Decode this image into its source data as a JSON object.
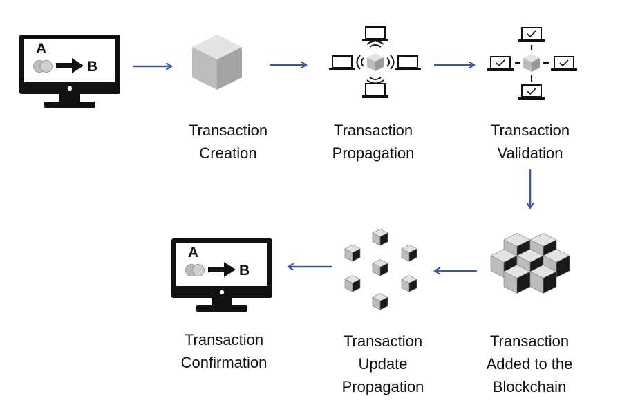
{
  "colors": {
    "arrow": "#3a5a9a",
    "monitor": "#111111",
    "cube_light": "#e3e3e3",
    "cube_mid": "#bcbcbc",
    "cube_dark": "#1a1a1a"
  },
  "source_monitor": {
    "sender": "A",
    "receiver": "B"
  },
  "target_monitor": {
    "sender": "A",
    "receiver": "B"
  },
  "steps": [
    {
      "id": "creation",
      "lines": [
        "Transaction",
        "Creation"
      ]
    },
    {
      "id": "propagation",
      "lines": [
        "Transaction",
        "Propagation"
      ]
    },
    {
      "id": "validation",
      "lines": [
        "Transaction",
        "Validation"
      ]
    },
    {
      "id": "added",
      "lines": [
        "Transaction",
        "Added to the",
        "Blockchain"
      ]
    },
    {
      "id": "update",
      "lines": [
        "Transaction",
        "Update",
        "Propagation"
      ]
    },
    {
      "id": "confirmation",
      "lines": [
        "Transaction",
        "Confirmation"
      ]
    }
  ]
}
